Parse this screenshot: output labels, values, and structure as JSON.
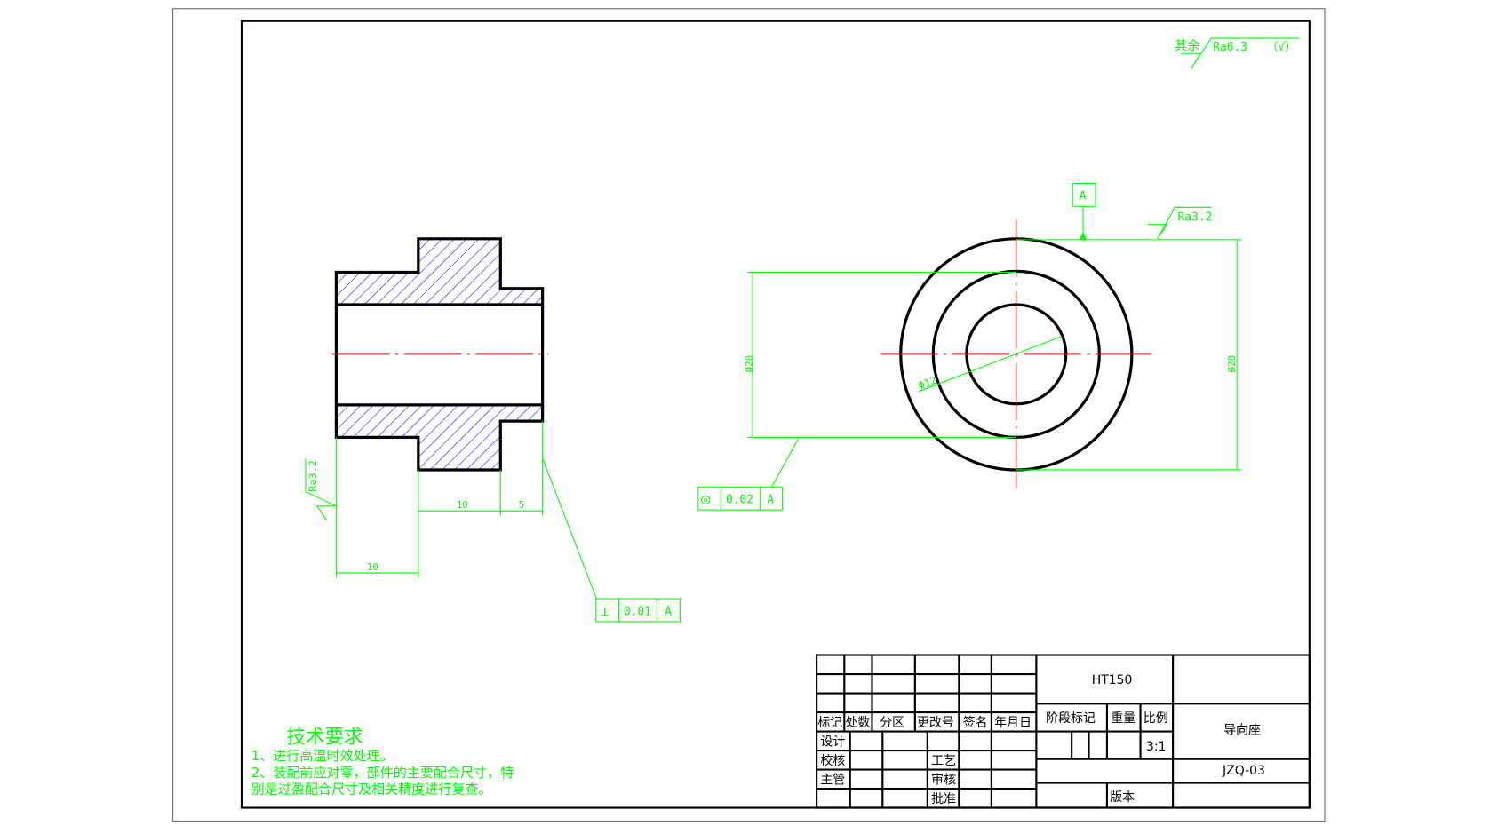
{
  "colors": {
    "outline": "#000000",
    "dimension": "#00ff00",
    "centerline": "#ff0000",
    "hatch": "#0000ff"
  },
  "surface": {
    "general_prefix": "其余",
    "general_ra": "Ra6.3",
    "general_suffix": "（√）",
    "right_ra": "Ra3.2",
    "left_ra": "Ra3.2"
  },
  "dimensions": {
    "left_bottom": "10",
    "left_mid": "10",
    "left_small": "5",
    "dia_20": "Ø20",
    "dia_12": "Φ12",
    "dia_28": "Ø28"
  },
  "datum": {
    "label": "A"
  },
  "tolerances": {
    "perpendicularity": {
      "symbol": "⊥",
      "value": "0.01",
      "datum": "A"
    },
    "concentricity": {
      "symbol": "◎",
      "value": "0.02",
      "datum": "A"
    }
  },
  "tech": {
    "title": "技术要求",
    "line1": "1、进行高温时效处理。",
    "line2": "2、装配前应对零，部件的主要配合尺寸，特",
    "line3": "别是过盈配合尺寸及相关精度进行复查。"
  },
  "title_block": {
    "headers": [
      "标记",
      "处数",
      "分区",
      "更改号",
      "签名",
      "年月日"
    ],
    "design": "设计",
    "check": "校核",
    "manager": "主管",
    "process": "工艺",
    "review": "审核",
    "approve": "批准",
    "material": "HT150",
    "stage": "阶段标记",
    "weight": "重量",
    "scale_label": "比例",
    "scale": "3:1",
    "part_name": "导向座",
    "drawing_no": "JZQ-03",
    "version": "版本"
  }
}
